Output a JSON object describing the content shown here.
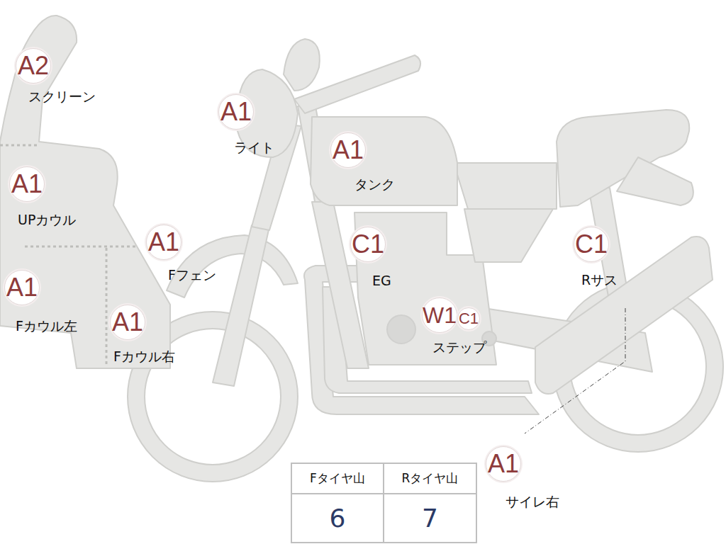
{
  "diagram": {
    "nodes": [
      {
        "text": [
          "A2",
          "スクリーン"
        ]
      },
      {
        "text": [
          "A1",
          "ライト"
        ]
      },
      {
        "text": [
          "A1",
          "タンク"
        ]
      },
      {
        "text": [
          "A1",
          "UPカウル"
        ]
      },
      {
        "text": [
          "A1",
          "Fフェン"
        ]
      },
      {
        "text": [
          "C1",
          "EG"
        ]
      },
      {
        "text": [
          "C1",
          "Rサス"
        ]
      },
      {
        "text": [
          "A1",
          "Fカウル左"
        ]
      },
      {
        "text": [
          "A1",
          "Fカウル右"
        ]
      },
      {
        "text": [
          "W1",
          "ステップ"
        ]
      },
      {
        "text": [
          "C1"
        ]
      },
      {
        "text": [
          "A1",
          "サイレ右"
        ]
      }
    ],
    "labels": [
      "Fタイヤ山",
      "Rタイヤ山",
      "6",
      "7"
    ]
  }
}
